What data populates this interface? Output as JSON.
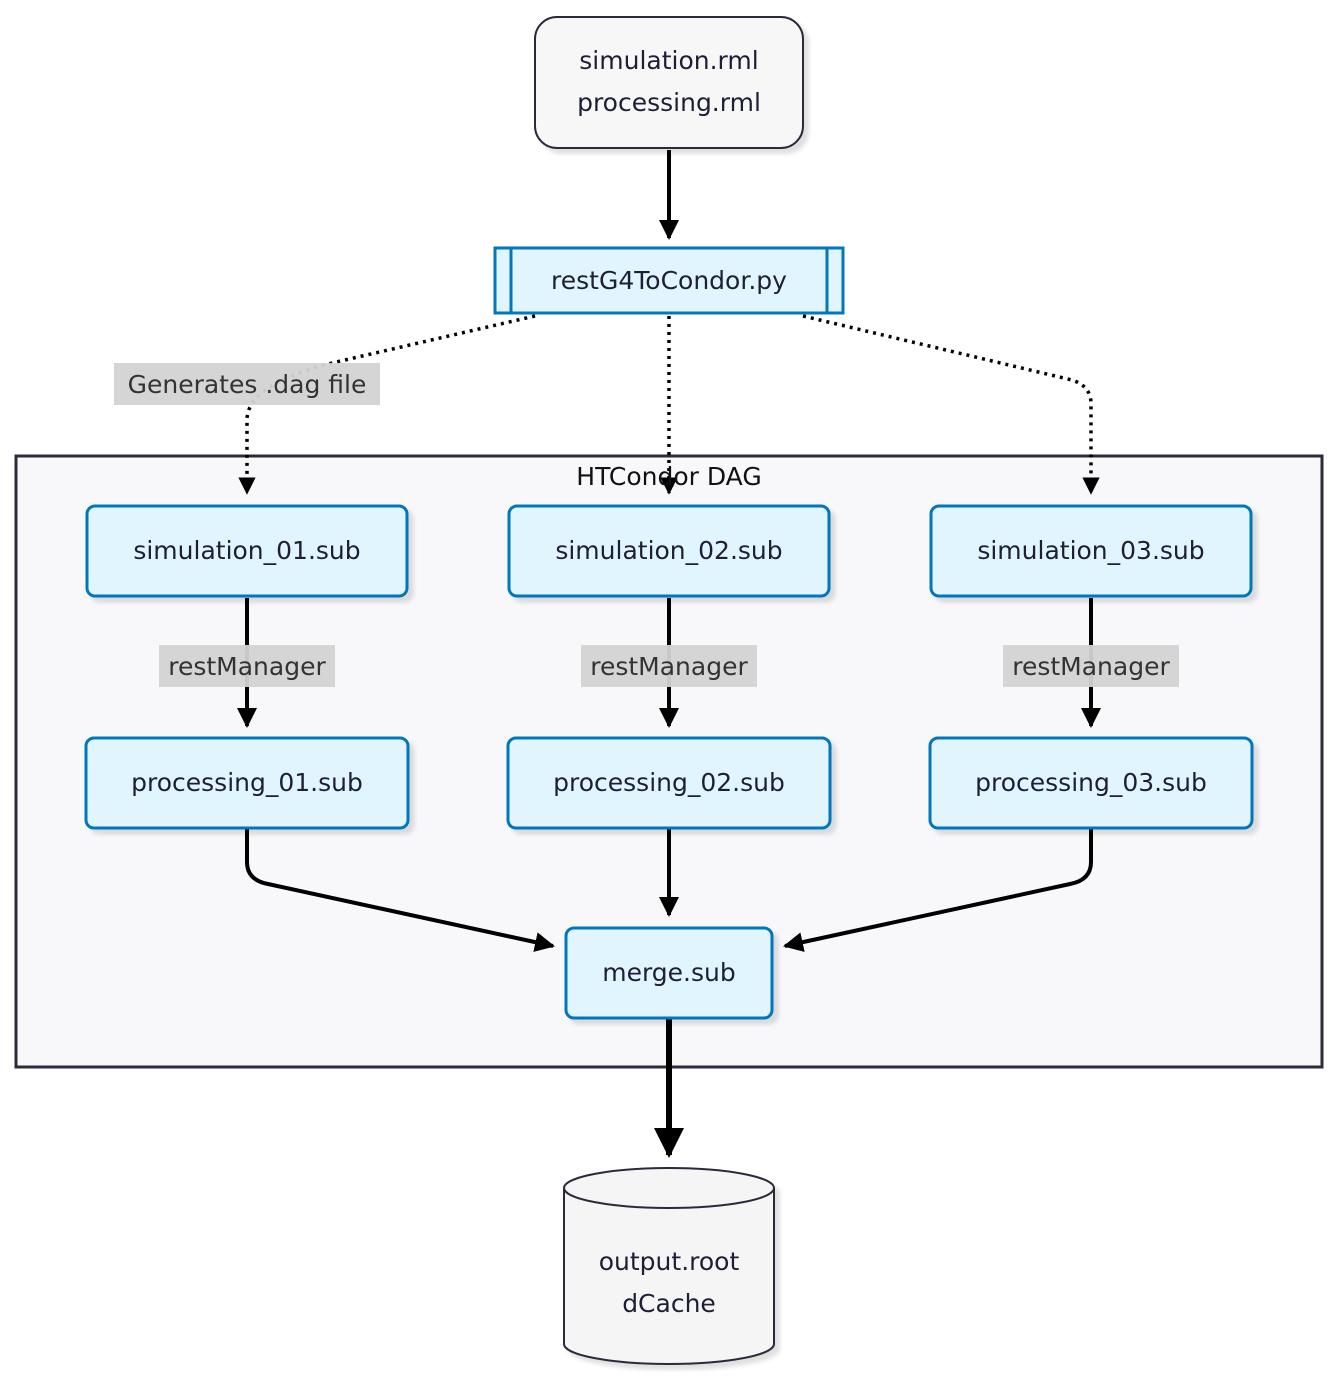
{
  "input_files": {
    "line1": "simulation.rml",
    "line2": "processing.rml"
  },
  "script": {
    "label": "restG4ToCondor.py"
  },
  "edge_labels": {
    "generates": "Generates .dag file",
    "rest_manager_1": "restManager",
    "rest_manager_2": "restManager",
    "rest_manager_3": "restManager"
  },
  "cluster": {
    "title": "HTCondor DAG"
  },
  "simulation_jobs": [
    "simulation_01.sub",
    "simulation_02.sub",
    "simulation_03.sub"
  ],
  "processing_jobs": [
    "processing_01.sub",
    "processing_02.sub",
    "processing_03.sub"
  ],
  "merge": {
    "label": "merge.sub"
  },
  "output": {
    "line1": "output.root",
    "line2": "dCache"
  },
  "colors": {
    "node_fill": "#e1f5fe",
    "node_stroke": "#0277bd",
    "cluster_fill": "#f8f8fa",
    "cluster_stroke": "#2b2b3b",
    "label_bg": "#d3d3d3",
    "start_fill": "#f7f7f7",
    "db_fill": "#f5f5f5"
  }
}
